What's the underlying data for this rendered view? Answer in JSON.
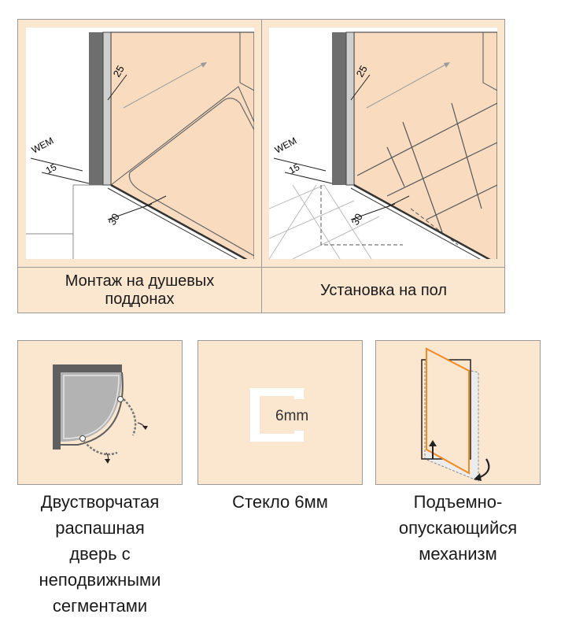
{
  "installation": {
    "tray": {
      "caption_line1": "Монтаж на душевых",
      "caption_line2": "поддонах",
      "label_wem": "WEM",
      "dim_15": "15",
      "dim_25": "25",
      "dim_30": "30"
    },
    "floor": {
      "caption": "Установка на пол",
      "label_wem": "WEM",
      "dim_15": "15",
      "dim_25": "25",
      "dim_30": "30"
    }
  },
  "features": [
    {
      "name": "door",
      "icon": "quarter-circle-door-icon",
      "lines": [
        "Двустворчатая",
        "распашная",
        "дверь с",
        "неподвижными",
        "сегментами"
      ]
    },
    {
      "name": "glass",
      "icon": "glass-profile-icon",
      "icon_text": "6mm",
      "lines": [
        "Стекло 6мм"
      ]
    },
    {
      "name": "lift",
      "icon": "lift-lower-door-icon",
      "lines": [
        "Подъемно-",
        "опускающийся",
        "механизм"
      ]
    }
  ],
  "colors": {
    "panel_bg": "#fbe6cf",
    "border": "#9a9a9a",
    "wall_fill": "#f9dcc0",
    "accent_orange": "#f08a24",
    "profile_gray": "#6e6e6e"
  }
}
